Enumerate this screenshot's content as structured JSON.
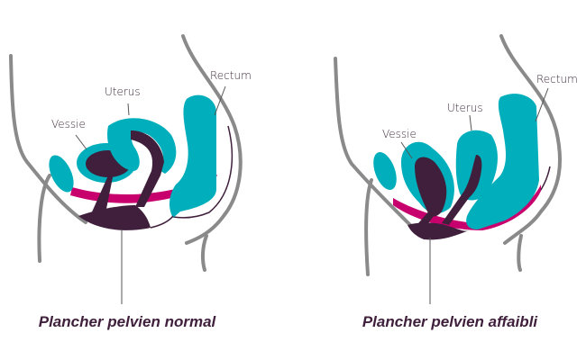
{
  "panels": [
    {
      "title": "Plancher pelvien normal",
      "labels": {
        "bladder": "Vessie",
        "uterus": "Uterus",
        "rectum": "Rectum"
      }
    },
    {
      "title": "Plancher pelvien affaibli",
      "labels": {
        "bladder": "Vessie",
        "uterus": "Uterus",
        "rectum": "Rectum"
      }
    }
  ],
  "colors": {
    "organ": "#00afbb",
    "dark": "#3f1f3b",
    "muscle": "#c8006e",
    "outline": "#8a8a8a"
  }
}
